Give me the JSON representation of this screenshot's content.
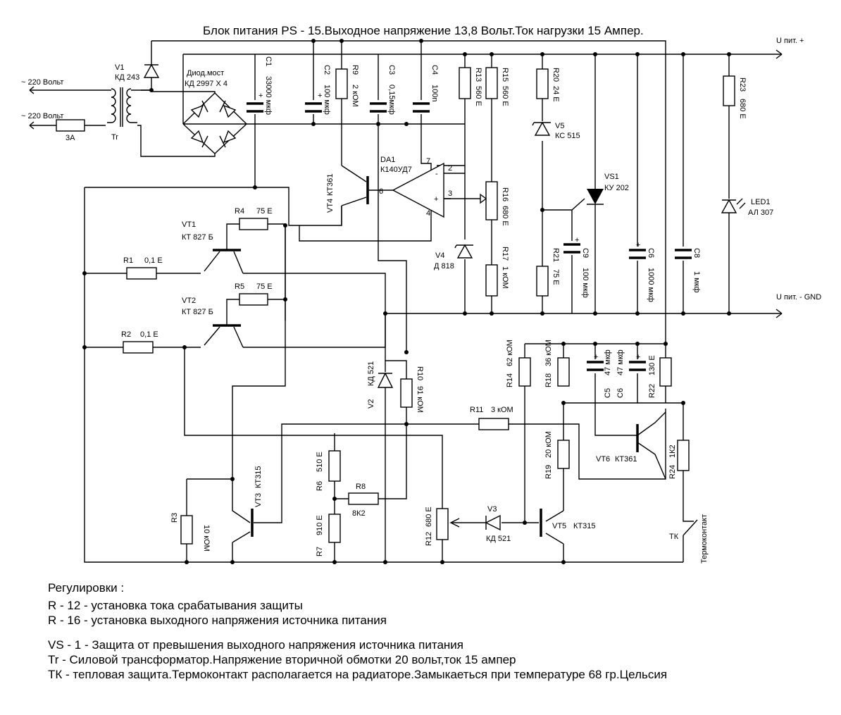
{
  "title": "Блок питания PS - 15.Выходное напряжение 13,8 Вольт.Ток нагрузки 15 Ампер.",
  "terminals": {
    "ac1": "~ 220 Вольт",
    "ac2": "~ 220 Вольт",
    "fuse": "3А",
    "out_plus": "U пит. +",
    "out_gnd": "U пит. - GND"
  },
  "components": {
    "v1": {
      "ref": "V1",
      "value": "КД 243"
    },
    "tr": {
      "ref": "Tr"
    },
    "bridge": {
      "ref": "Диод.мост",
      "value": "КД 2997 Х 4"
    },
    "c1": {
      "ref": "C1",
      "value": "33000 мкф"
    },
    "c2": {
      "ref": "C2",
      "value": "100 мкф"
    },
    "r9": {
      "ref": "R9",
      "value": "2 кОМ"
    },
    "c3": {
      "ref": "C3",
      "value": "0,15мкф"
    },
    "c4": {
      "ref": "C4",
      "value": "100n"
    },
    "r13": {
      "ref": "R13",
      "value": "560 Е"
    },
    "r15": {
      "ref": "R15",
      "value": "560 Е"
    },
    "r20": {
      "ref": "R20",
      "value": "24 Е"
    },
    "v5": {
      "ref": "V5",
      "value": "КС 515"
    },
    "r23": {
      "ref": "R23",
      "value": "680 Е"
    },
    "da1": {
      "ref": "DA1",
      "value": "К140УД7"
    },
    "vt4": {
      "ref": "VT4",
      "value": "КТ361"
    },
    "vs1": {
      "ref": "VS1",
      "value": "КУ 202"
    },
    "led1": {
      "ref": "LED1",
      "value": "АЛ 307"
    },
    "r16": {
      "ref": "R16",
      "value": "680 Е"
    },
    "vt1": {
      "ref": "VT1",
      "value": "КТ 827 Б"
    },
    "r4": {
      "ref": "R4",
      "value": "75 Е"
    },
    "r1": {
      "ref": "R1",
      "value": "0,1 Е"
    },
    "vt2": {
      "ref": "VT2",
      "value": "КТ 827 Б"
    },
    "r5": {
      "ref": "R5",
      "value": "75 Е"
    },
    "r2": {
      "ref": "R2",
      "value": "0,1 Е"
    },
    "v4": {
      "ref": "V4",
      "value": "Д 818"
    },
    "r17": {
      "ref": "R17",
      "value": "1 кОМ"
    },
    "r21": {
      "ref": "R21",
      "value": "75 Е"
    },
    "c9": {
      "ref": "C9",
      "value": "100 мкф"
    },
    "c6a": {
      "ref": "C6",
      "value": "1000 мкф"
    },
    "c8": {
      "ref": "C8",
      "value": "1 мкф"
    },
    "v2": {
      "ref": "V2",
      "value": "КД 521"
    },
    "r10": {
      "ref": "R10",
      "value": "91 кОМ"
    },
    "r14": {
      "ref": "R14",
      "value": "62 кОМ"
    },
    "r18": {
      "ref": "R18",
      "value": "36 кОМ"
    },
    "c5": {
      "ref": "C5",
      "value": "47 мкф"
    },
    "c6b": {
      "ref": "C6",
      "value": "47 мкф"
    },
    "r22": {
      "ref": "R22",
      "value": "130 Е"
    },
    "r11": {
      "ref": "R11",
      "value": "3 кОМ"
    },
    "vt6": {
      "ref": "VT6",
      "value": "КТ361"
    },
    "r19": {
      "ref": "R19",
      "value": "20 кОМ"
    },
    "r24": {
      "ref": "R24",
      "value": "1К2"
    },
    "r6": {
      "ref": "R6",
      "value": "510 Е"
    },
    "r8": {
      "ref": "R8",
      "value": "8К2"
    },
    "r7": {
      "ref": "R7",
      "value": "910 Е"
    },
    "r12": {
      "ref": "R12",
      "value": "680 Е"
    },
    "v3": {
      "ref": "V3",
      "value": "КД 521"
    },
    "vt5": {
      "ref": "VT5",
      "value": "КТ315"
    },
    "vt3": {
      "ref": "VT3",
      "value": "КТ315"
    },
    "r3": {
      "ref": "R3",
      "value": "10 кОМ"
    },
    "tk": {
      "ref": "ТК",
      "value": "Термоконтакт"
    }
  },
  "pins": {
    "p7": "7",
    "p2": "2",
    "p3": "3",
    "p6": "6",
    "p4": "4",
    "minus": "-",
    "plus": "+"
  },
  "polarity": "+",
  "notes": {
    "heading": "Регулировки :",
    "lines": [
      "R - 12 - установка тока срабатывания защиты",
      "R - 16 - установка выходного напряжения источника питания"
    ],
    "lines2": [
      "VS - 1 - Защита от превышения выходного напряжения источника питания",
      "Tr - Силовой трансформатор.Напряжение вторичной обмотки 20 вольт,ток 15 ампер",
      "ТК - тепловая защита.Термоконтакт располагается на радиаторе.Замыкаеться при температуре 68 гр.Цельсия"
    ]
  }
}
